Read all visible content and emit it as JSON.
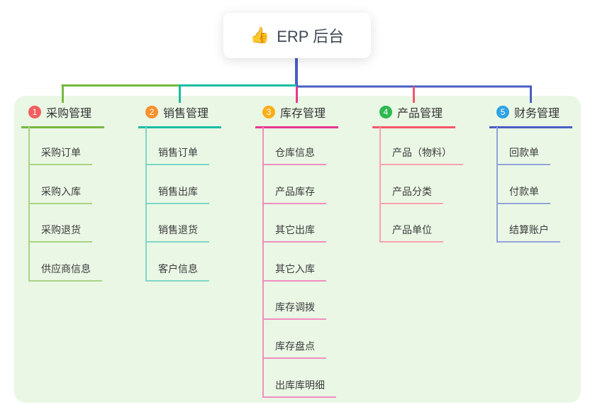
{
  "root": {
    "icon": "👍",
    "label": "ERP 后台"
  },
  "branches": [
    {
      "badge": "1",
      "label": "采购管理",
      "badge_color": "#f25e5e",
      "line_color": "#77b843",
      "sub_line_color": "#a9d585",
      "items": [
        "采购订单",
        "采购入库",
        "采购退货",
        "供应商信息"
      ]
    },
    {
      "badge": "2",
      "label": "销售管理",
      "badge_color": "#f9902c",
      "line_color": "#19bda1",
      "sub_line_color": "#7fd6c4",
      "items": [
        "销售订单",
        "销售出库",
        "销售退货",
        "客户信息"
      ]
    },
    {
      "badge": "3",
      "label": "库存管理",
      "badge_color": "#fbae17",
      "line_color": "#e83890",
      "sub_line_color": "#f18ec1",
      "items": [
        "仓库信息",
        "产品库存",
        "其它出库",
        "其它入库",
        "库存调拨",
        "库存盘点",
        "出库库明细"
      ]
    },
    {
      "badge": "4",
      "label": "产品管理",
      "badge_color": "#2eb950",
      "line_color": "#f4566a",
      "sub_line_color": "#f9a3ad",
      "items": [
        "产品（物料）",
        "产品分类",
        "产品单位"
      ]
    },
    {
      "badge": "5",
      "label": "财务管理",
      "badge_color": "#2fa3e3",
      "line_color": "#4a5ec1",
      "sub_line_color": "#93a3d8",
      "items": [
        "回款单",
        "付款单",
        "结算账户"
      ]
    }
  ],
  "connector": {
    "root_line_color": "#4a5ec1"
  },
  "colors": {
    "panel_bg": "#eaf7e5",
    "canvas_bg": "#ffffff"
  }
}
